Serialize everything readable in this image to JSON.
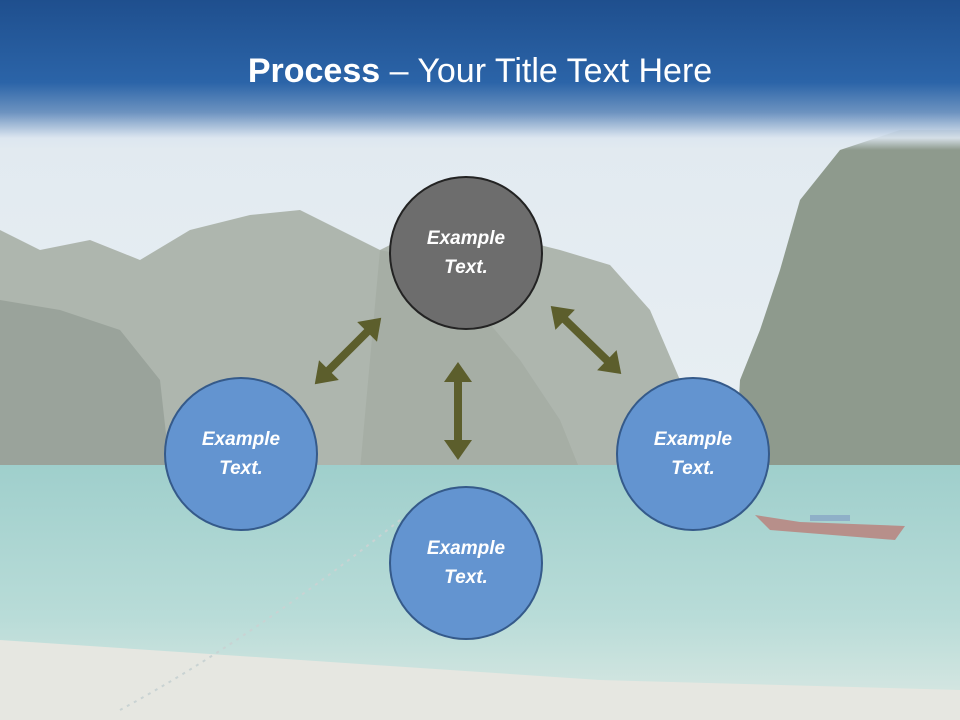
{
  "title": {
    "bold": "Process",
    "dash": " – ",
    "rest": "Your Title Text Here"
  },
  "nodes": {
    "top": "Example Text.",
    "left": "Example Text.",
    "right": "Example Text.",
    "bottom": "Example Text."
  },
  "colors": {
    "header": "#2b64a8",
    "node_blue": "#6394d0",
    "node_grey": "#6d6d6d",
    "arrow": "#5c5e2c"
  }
}
